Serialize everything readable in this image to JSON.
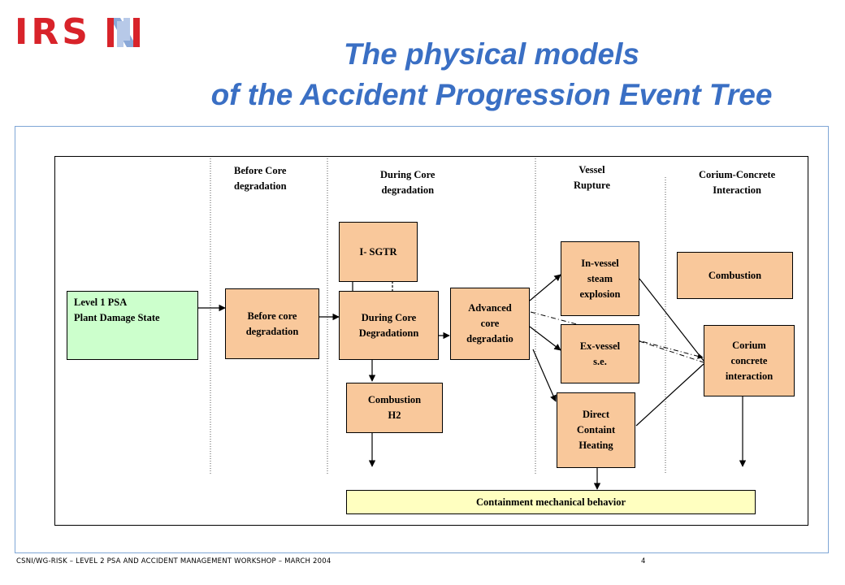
{
  "logo": {
    "text": "IRSN"
  },
  "title": {
    "line1": "The physical models",
    "line2": "of the Accident Progression Event Tree"
  },
  "phases": {
    "before": "Before Core\ndegradation",
    "during": "During Core\ndegradation",
    "vessel": "Vessel\nRupture",
    "corium": "Corium-Concrete\nInteraction"
  },
  "boxes": {
    "level1": "Level 1 PSA\nPlant Damage State",
    "before_core": "Before core\ndegradation",
    "isgtr": "I- SGTR",
    "during_core": "During Core\nDegradationn",
    "combustion_h2": "Combustion\nH2",
    "advanced": "Advanced\ncore\ndegradatio",
    "in_vessel": "In-vessel\nsteam\nexplosion",
    "ex_vessel": "Ex-vessel\ns.e.",
    "dch": "Direct\nContaint\nHeating",
    "combustion": "Combustion",
    "corium": "Corium\nconcrete\ninteraction",
    "containment": "Containment mechanical behavior"
  },
  "colors": {
    "logo": "#d8232a",
    "title": "#3a6fc4",
    "frame": "#7fa6d6",
    "box_orange": "#f9c89b",
    "box_green": "#ccffcc",
    "box_yellow": "#ffffc0"
  },
  "footer": {
    "text": "CSNI/WG-RISK – LEVEL 2 PSA AND ACCIDENT MANAGEMENT WORKSHOP – MARCH 2004",
    "page": "4"
  }
}
